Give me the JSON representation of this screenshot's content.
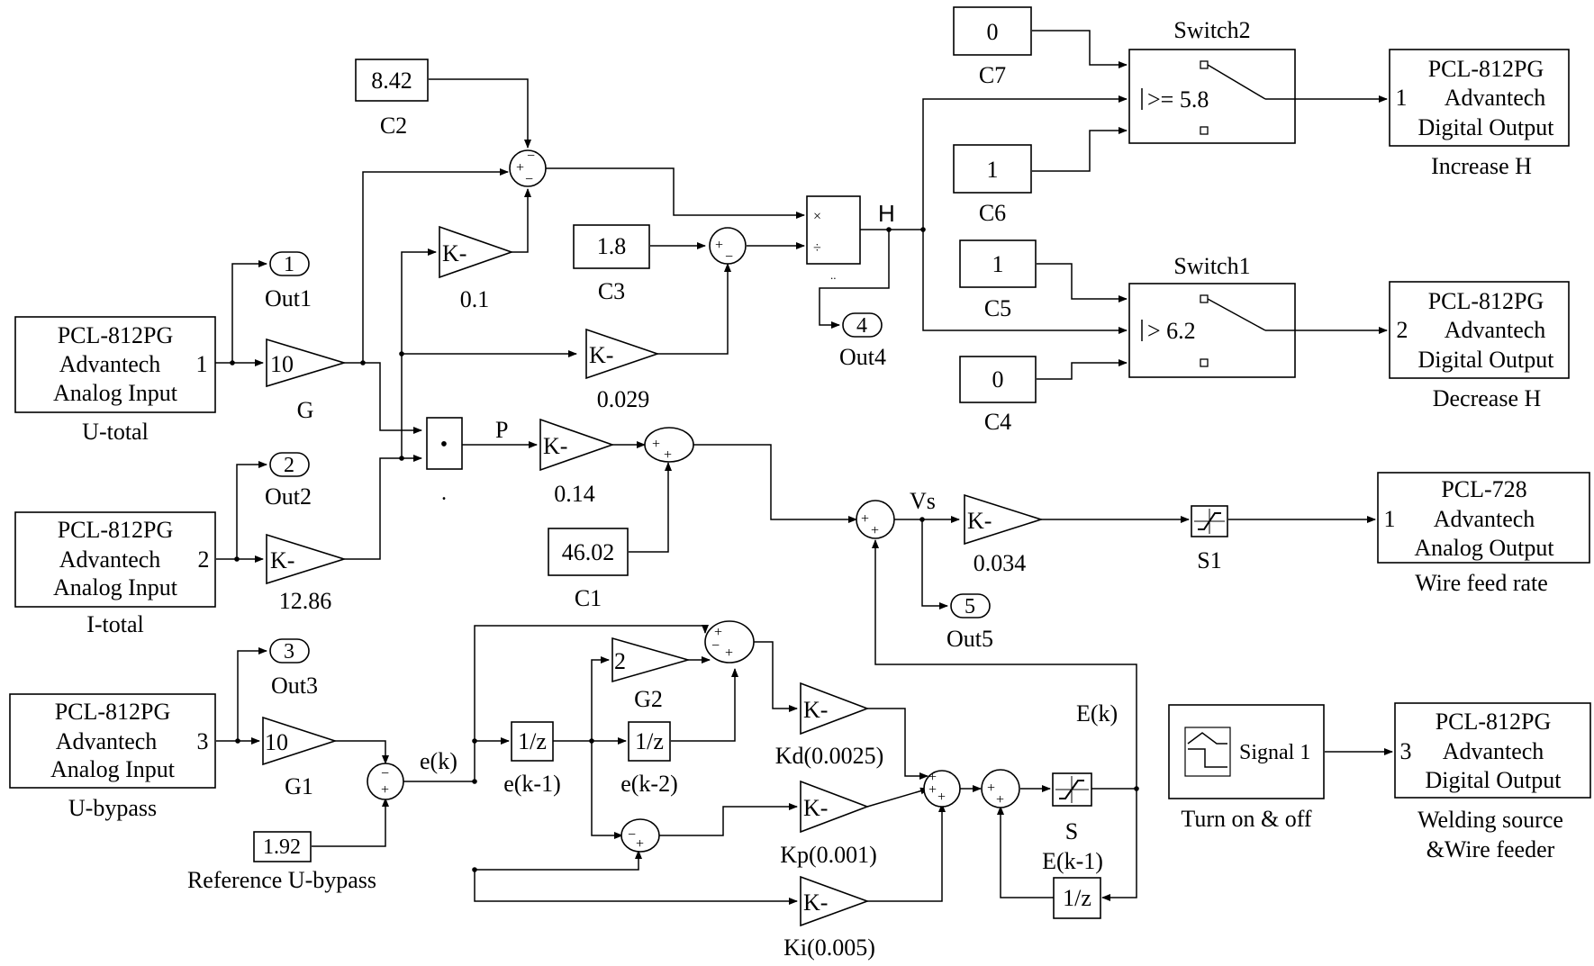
{
  "blocks": {
    "ai1": {
      "lines": [
        "PCL-812PG",
        "Advantech",
        "Analog Input"
      ],
      "port": "1",
      "caption": "U-total"
    },
    "ai2": {
      "lines": [
        "PCL-812PG",
        "Advantech",
        "Analog Input"
      ],
      "port": "2",
      "caption": "I-total"
    },
    "ai3": {
      "lines": [
        "PCL-812PG",
        "Advantech",
        "Analog Input"
      ],
      "port": "3",
      "caption": "U-bypass"
    },
    "do1": {
      "lines": [
        "PCL-812PG",
        "Advantech",
        "Digital Output"
      ],
      "port": "1",
      "caption": "Increase H"
    },
    "do2": {
      "lines": [
        "PCL-812PG",
        "Advantech",
        "Digital Output"
      ],
      "port": "2",
      "caption": "Decrease H"
    },
    "do3": {
      "lines": [
        "PCL-812PG",
        "Advantech",
        "Digital Output"
      ],
      "port": "3",
      "caption_lines": [
        "Welding source",
        "&Wire feeder"
      ]
    },
    "ao1": {
      "lines": [
        "PCL-728",
        "Advantech",
        "Analog Output"
      ],
      "port": "1",
      "caption": "Wire feed rate"
    }
  },
  "constants": {
    "c1": {
      "value": "46.02",
      "label": "C1"
    },
    "c2": {
      "value": "8.42",
      "label": "C2"
    },
    "c3": {
      "value": "1.8",
      "label": "C3"
    },
    "c4": {
      "value": "0",
      "label": "C4"
    },
    "c5": {
      "value": "1",
      "label": "C5"
    },
    "c6": {
      "value": "1",
      "label": "C6"
    },
    "c7": {
      "value": "0",
      "label": "C7"
    },
    "ref": {
      "value": "1.92",
      "label": "Reference U-bypass"
    }
  },
  "gains": {
    "g": {
      "value": "10",
      "label": "G"
    },
    "g_i": {
      "value": "K-",
      "label": "12.86"
    },
    "g1": {
      "value": "10",
      "label": "G1"
    },
    "g01": {
      "value": "K-",
      "label": "0.1"
    },
    "g0029": {
      "value": "K-",
      "label": "0.029"
    },
    "g014": {
      "value": "K-",
      "label": "0.14"
    },
    "g0034": {
      "value": "K-",
      "label": "0.034"
    },
    "g2": {
      "value": "2",
      "label": "G2"
    },
    "kd": {
      "value": "K-",
      "label": "Kd(0.0025)"
    },
    "kp": {
      "value": "K-",
      "label": "Kp(0.001)"
    },
    "ki": {
      "value": "K-",
      "label": "Ki(0.005)"
    }
  },
  "outports": [
    {
      "num": "1",
      "label": "Out1"
    },
    {
      "num": "2",
      "label": "Out2"
    },
    {
      "num": "3",
      "label": "Out3"
    },
    {
      "num": "4",
      "label": "Out4"
    },
    {
      "num": "5",
      "label": "Out5"
    }
  ],
  "delays": {
    "d1": {
      "value": "1/z",
      "label": "e(k-1)"
    },
    "d2": {
      "value": "1/z",
      "label": "e(k-2)"
    },
    "d3": {
      "value": "1/z",
      "label": "E(k-1)"
    }
  },
  "switches": {
    "sw2": {
      "title": "Switch2",
      "criterion": ">= 5.8"
    },
    "sw1": {
      "title": "Switch1",
      "criterion": "> 6.2"
    }
  },
  "saturations": {
    "s1": {
      "label": "S1"
    },
    "s": {
      "label": "S"
    }
  },
  "product": {
    "dot": "•",
    "below": ".",
    "times": "×",
    "divide": "÷",
    "dots": ".."
  },
  "signals": {
    "H": "H",
    "P": "P",
    "Vs": "Vs",
    "ek": "e(k)",
    "Ek": "E(k)"
  },
  "signal_builder": {
    "text": "Signal 1",
    "caption": "Turn on & off"
  },
  "colors": {
    "line": "#000000",
    "background": "#ffffff"
  }
}
